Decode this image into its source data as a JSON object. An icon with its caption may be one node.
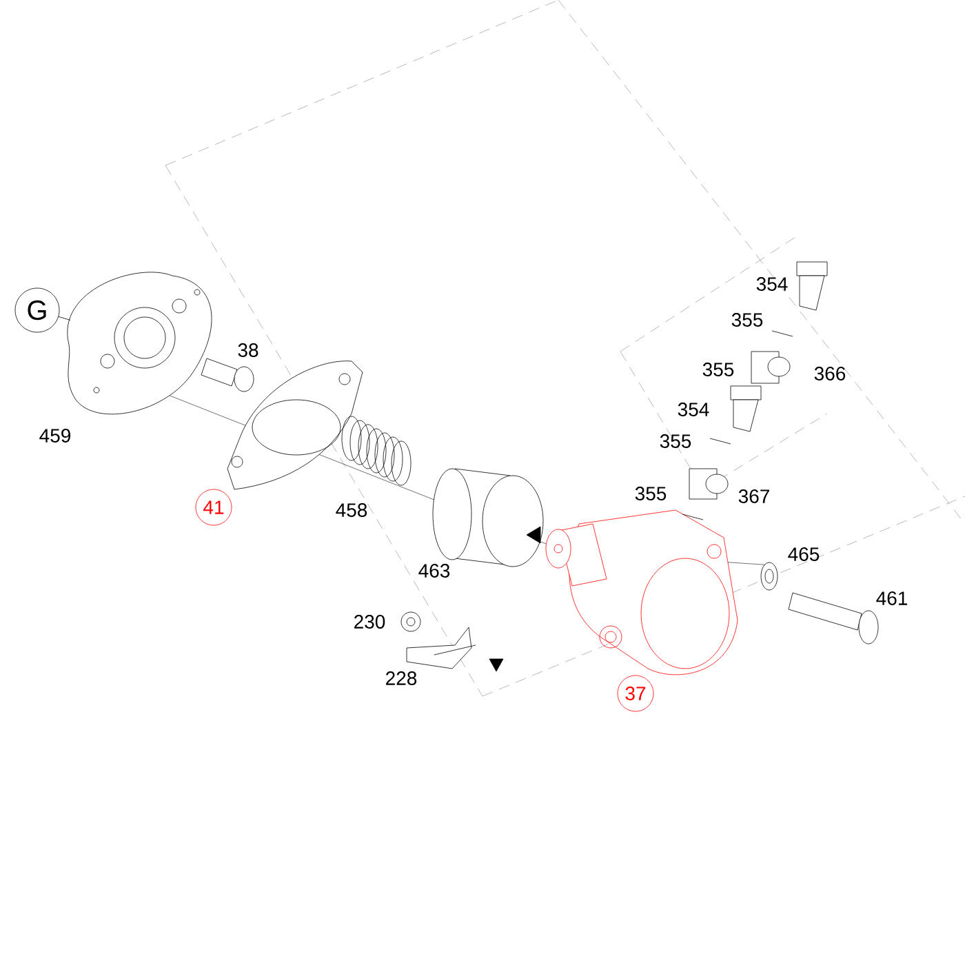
{
  "diagram": {
    "nodes": [
      {
        "text": [
          "G"
        ]
      },
      {
        "text": [
          "41"
        ]
      },
      {
        "text": [
          "37"
        ]
      },
      {
        "text": [],
        "shape": "picture"
      }
    ],
    "edges": [
      {
        "from": 0,
        "to": 3,
        "arrow": "none"
      }
    ],
    "labels": [
      "354",
      "355",
      "38",
      "355",
      "366",
      "354",
      "459",
      "355",
      "355",
      "367",
      "458",
      "465",
      "463",
      "461",
      "230",
      "228"
    ]
  }
}
